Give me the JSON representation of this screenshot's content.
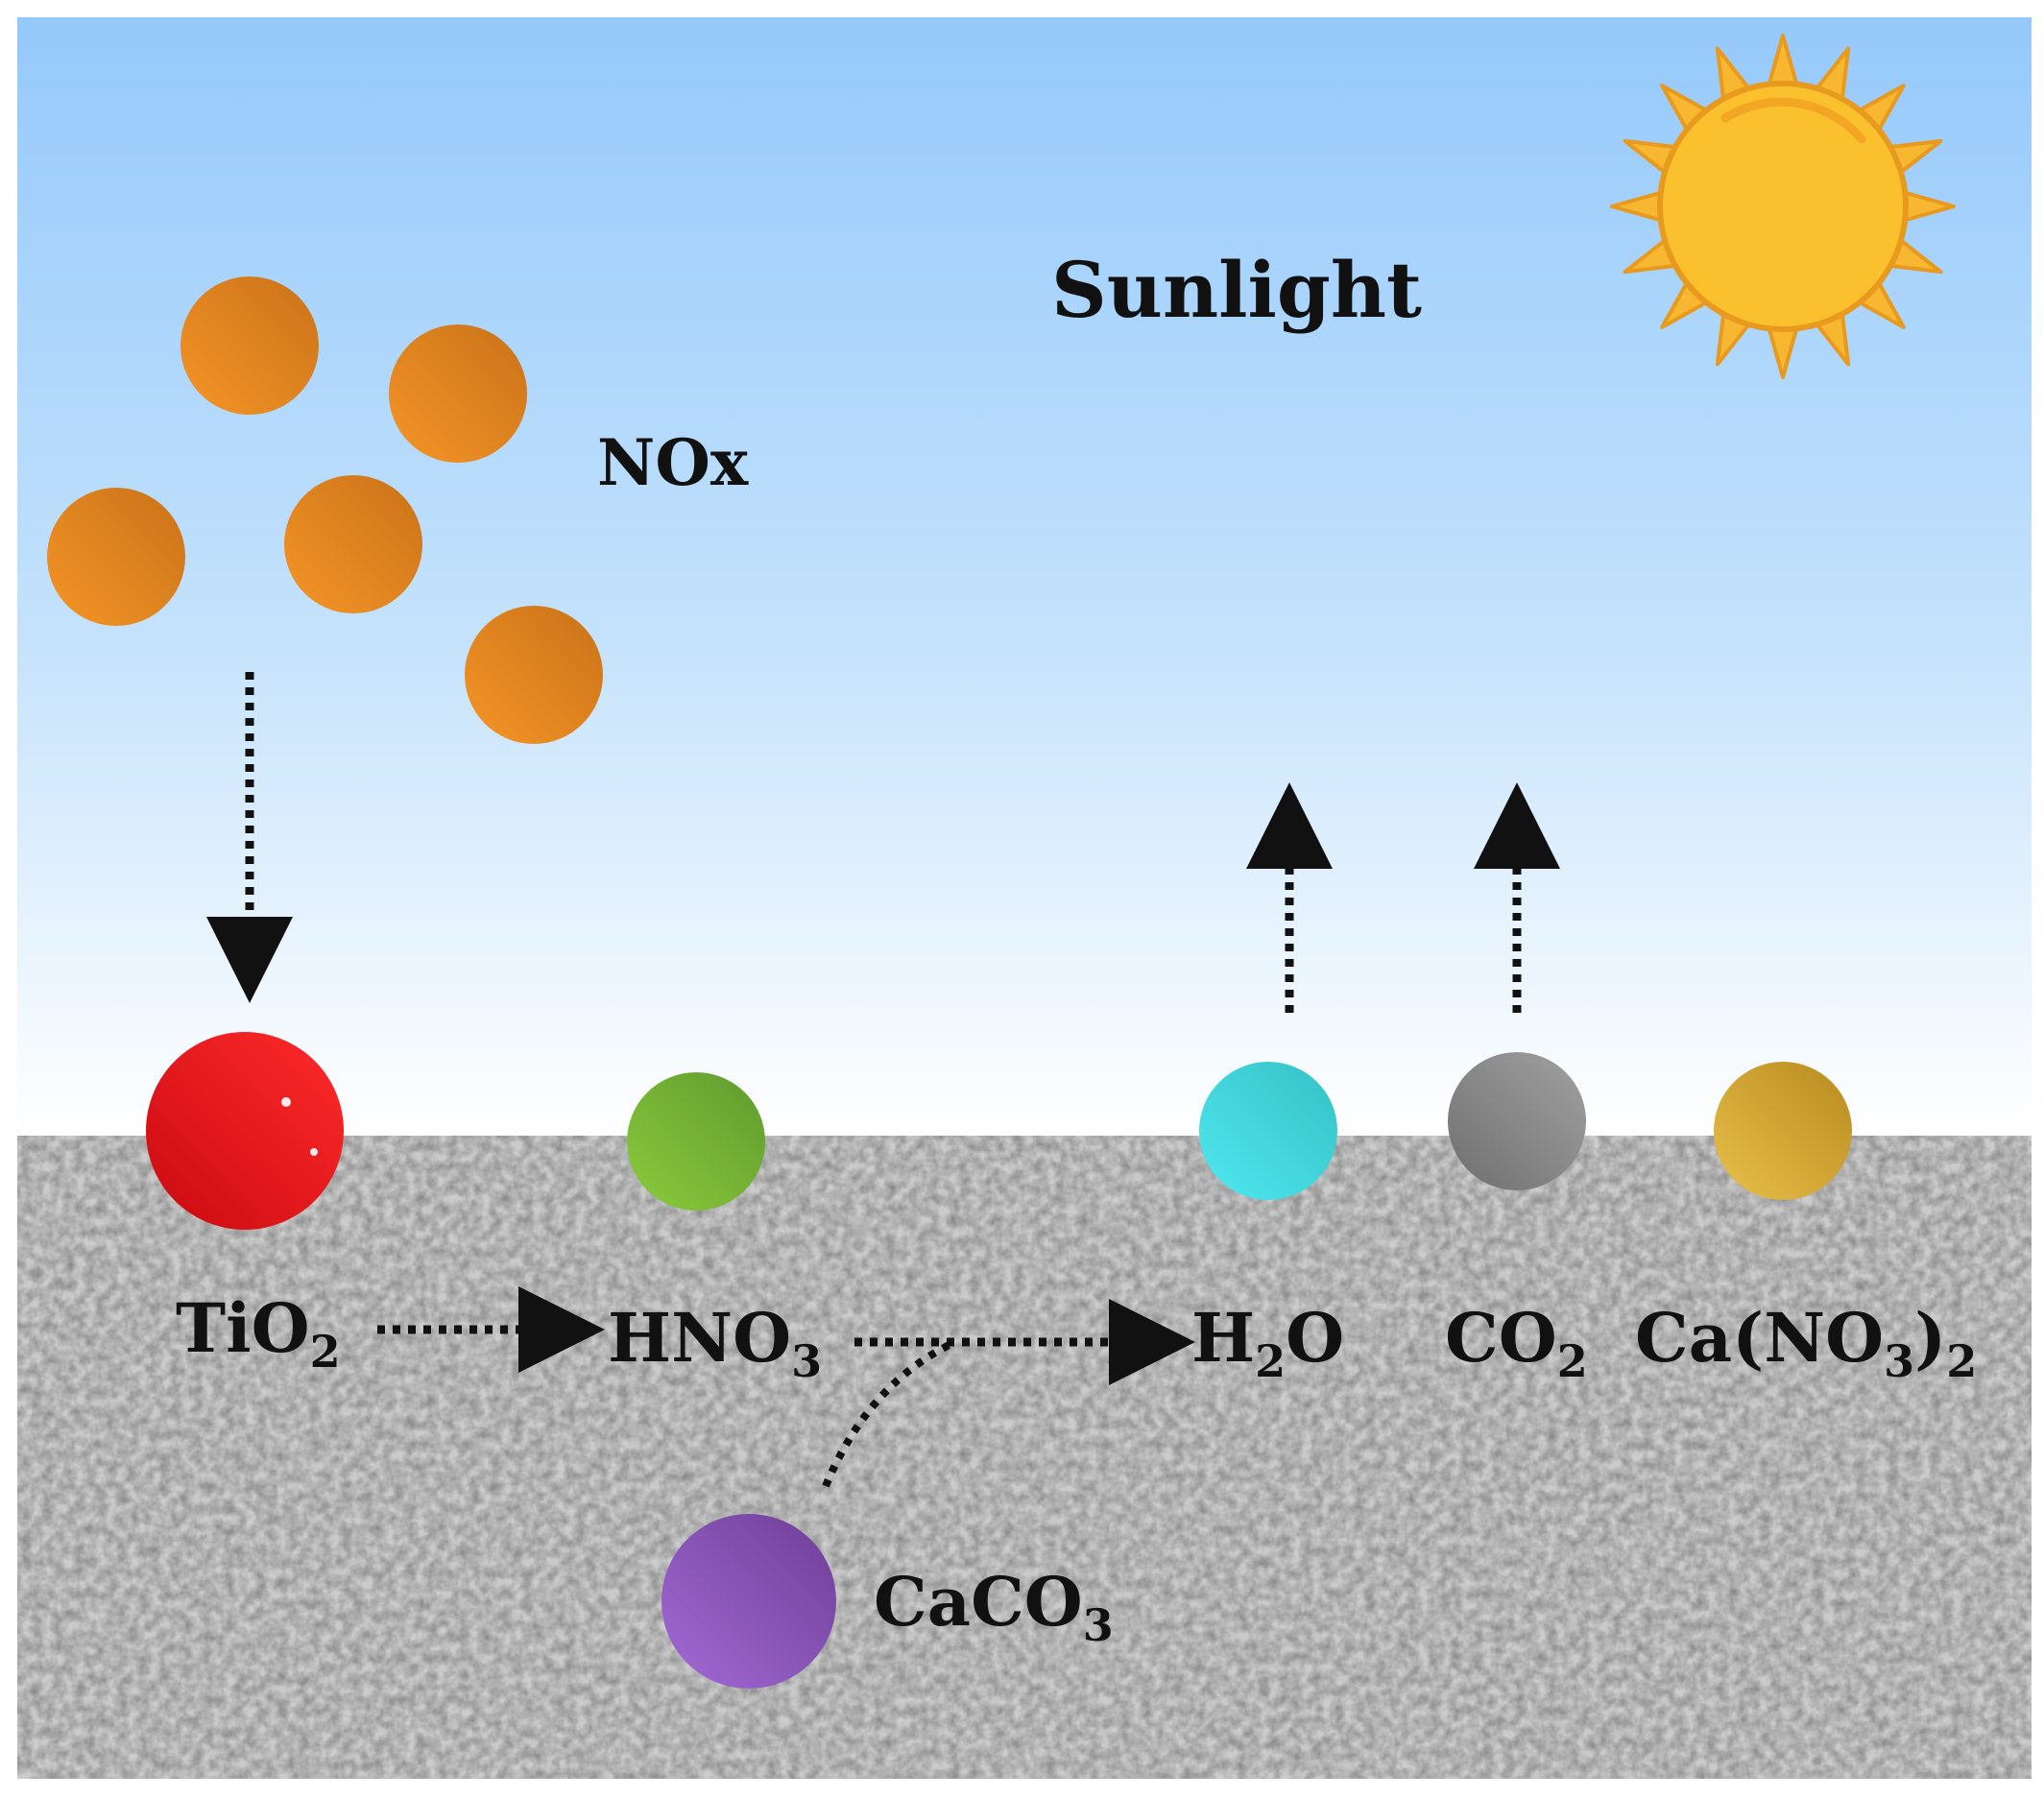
{
  "title": "Sunlight",
  "pollutant_label": "NOx",
  "colors": {
    "sky_top": "#95c9fb",
    "sky_bottom": "#ffffff",
    "pavement": "#c9c9c9",
    "sun": "#fbc02d",
    "sun_rays": "#f7b731",
    "sun_outline": "#e89a1e",
    "nox_particle": "#e8871f",
    "arrow": "#111111"
  },
  "species": [
    {
      "id": "tio2",
      "base": "TiO",
      "sub": "2",
      "tail": "",
      "color": "#e01818",
      "icon": "red-sphere"
    },
    {
      "id": "hno3",
      "base": "HNO",
      "sub": "3",
      "tail": "",
      "color": "#7ab83a",
      "icon": "green-sphere"
    },
    {
      "id": "h2o",
      "base": "H",
      "sub": "2",
      "tail": "O",
      "color": "#43d6dd",
      "icon": "cyan-sphere"
    },
    {
      "id": "co2",
      "base": "CO",
      "sub": "2",
      "tail": "",
      "color": "#838383",
      "icon": "gray-sphere"
    },
    {
      "id": "cano32",
      "base": "Ca(NO",
      "sub": "3",
      "tail": ")",
      "sub2": "2",
      "color": "#d4a92a",
      "icon": "gold-sphere"
    },
    {
      "id": "caco3",
      "base": "CaCO",
      "sub": "3",
      "tail": "",
      "color": "#8e55b8",
      "icon": "purple-sphere"
    }
  ]
}
